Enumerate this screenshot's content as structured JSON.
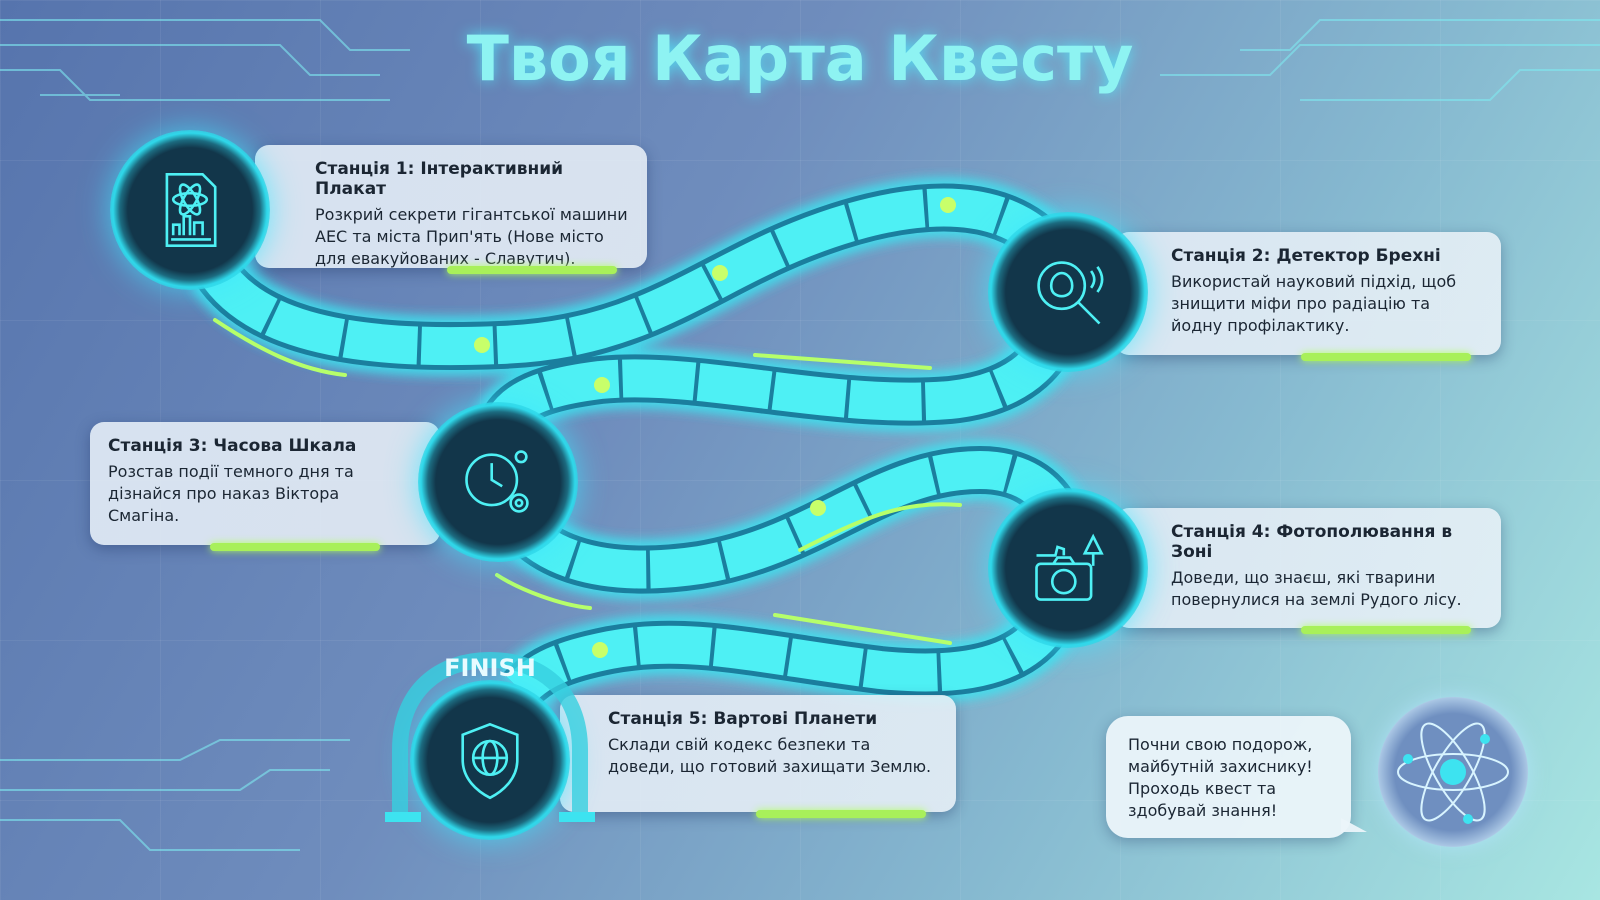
{
  "title": "Твоя Карта Квесту",
  "stations": [
    {
      "title": "Станція 1: Інтерактивний Плакат",
      "text": "Розкрий секрети гігантської машини АЕС та міста Прип'ять (Нове місто для евакуйованих - Славутич).",
      "icon": "poster-atom-city-icon"
    },
    {
      "title": "Станція 2: Детектор Брехні",
      "text": "Використай науковий підхід, щоб знищити міфи про радіацію та йодну профілактику.",
      "icon": "brain-magnifier-icon"
    },
    {
      "title": "Станція 3: Часова Шкала",
      "text": "Розстав події темного дня та дізнайся про наказ Віктора Смагіна.",
      "icon": "clock-gear-icon"
    },
    {
      "title": "Станція 4: Фотополювання в Зоні",
      "text": "Доведи, що знаєш, які тварини повернулися на землі Рудого лісу.",
      "icon": "camera-animals-icon"
    },
    {
      "title": "Станція 5: Вартові Планети",
      "text": "Склади свій кодекс безпеки та доведи, що готовий захищати Землю.",
      "icon": "shield-globe-icon"
    }
  ],
  "finish_label": "FINISH",
  "bubble_text": "Почни свою подорож, майбутній захиснику! Проходь квест та здобувай знання!",
  "colors": {
    "accent": "#3de3f0",
    "green": "#a8f05a",
    "title": "#8ef3f2"
  }
}
